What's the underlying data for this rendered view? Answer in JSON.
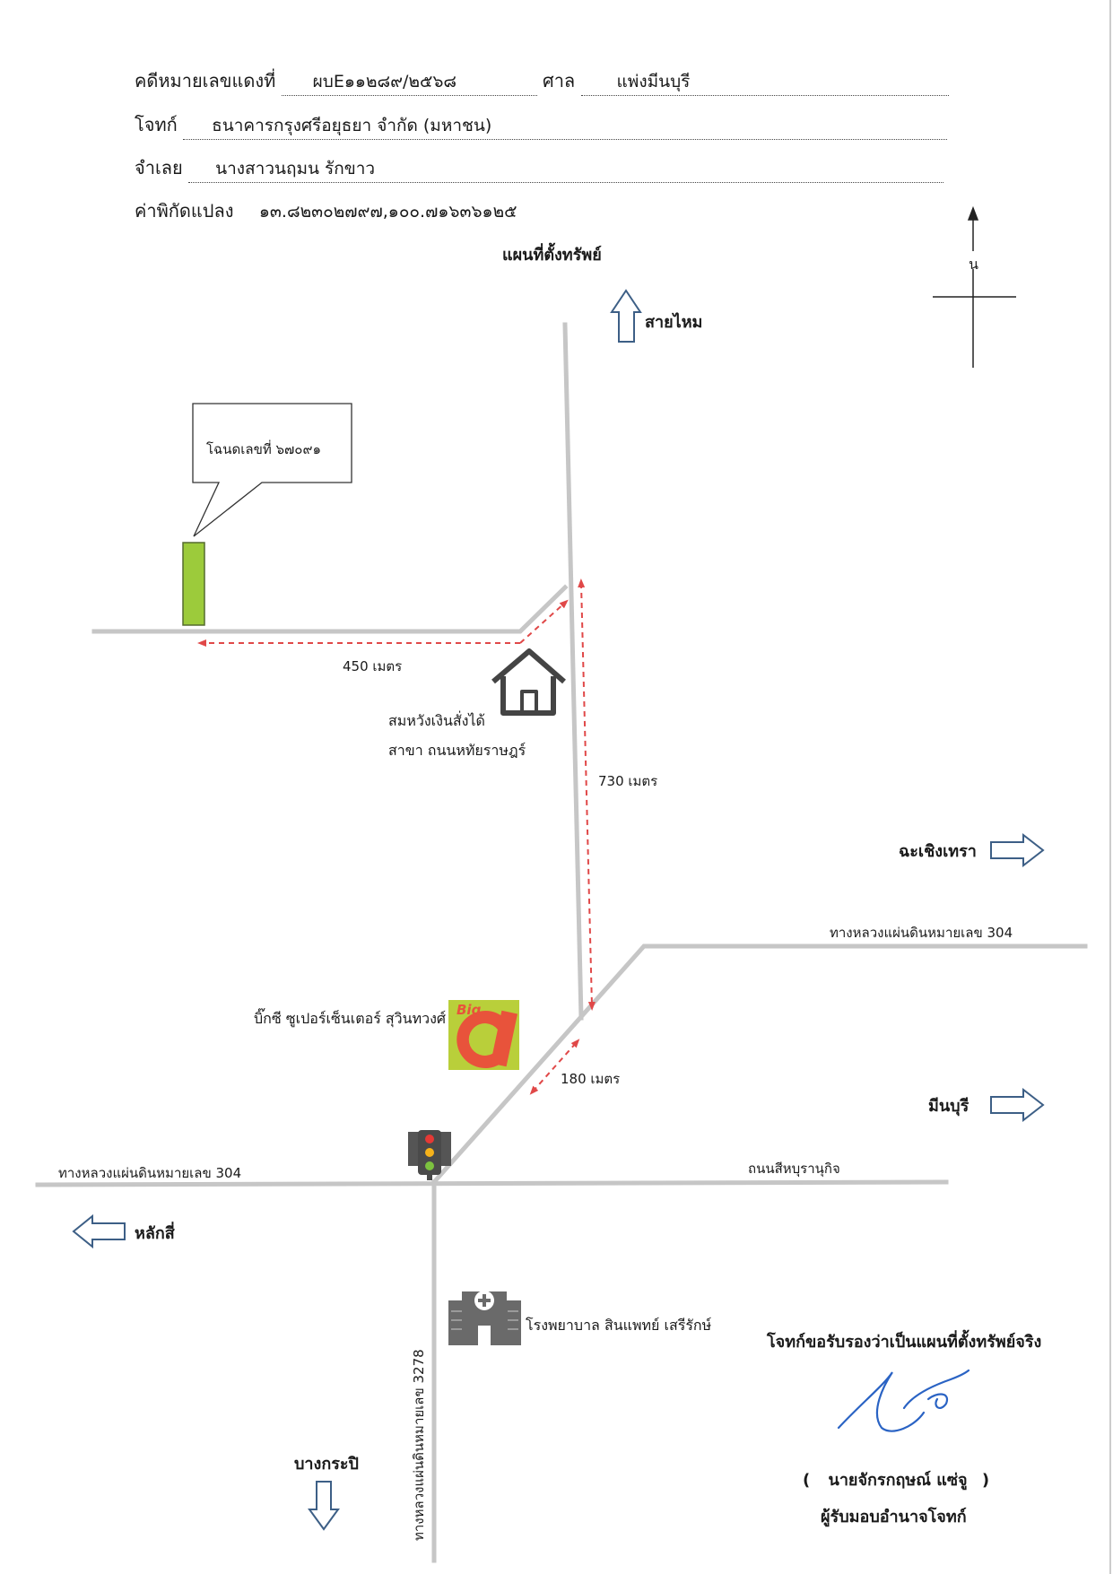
{
  "header": {
    "case_label": "คดีหมายเลขแดงที่",
    "case_value": "ผบE๑๑๒๘๙/๒๕๖๘",
    "court_label": "ศาล",
    "court_value": "แพ่งมีนบุรี",
    "plaintiff_label": "โจทก์",
    "plaintiff_value": "ธนาคารกรุงศรีอยุธยา จำกัด (มหาชน)",
    "defendant_label": "จำเลย",
    "defendant_value": "นางสาวนฤมน รักขาว",
    "coords_label": "ค่าพิกัดแปลง",
    "coords_value": "๑๓.๘๒๓๐๒๗๙๗,๑๐๐.๗๑๖๓๖๑๒๕"
  },
  "map": {
    "title": "แผนที่ตั้งทรัพย์",
    "north_label": "น",
    "parcel_label": "โฉนดเลขที่ ๖๗๐๙๑",
    "dist_450": "450 เมตร",
    "dist_730": "730 เมตร",
    "dist_180": "180 เมตร",
    "bank_line1": "สมหวังเงินสั่งได้",
    "bank_line2": "สาขา ถนนหทัยราษฎร์",
    "bigc_label": "บิ๊กซี ซูเปอร์เซ็นเตอร์ สุวินทวงศ์",
    "bigc_logo_text": "Big",
    "hwy304_right": "ทางหลวงแผ่นดินหมายเลข 304",
    "hwy304_left": "ทางหลวงแผ่นดินหมายเลข 304",
    "road_right": "ถนนสีหบุรานุกิจ",
    "hwy3278": "ทางหลวงแผ่นดินหมายเลข 3278",
    "hospital": "โรงพยาบาล สินแพทย์ เสรีรักษ์",
    "dir_saimai": "สายไหม",
    "dir_chachoengsao": "ฉะเชิงเทรา",
    "dir_minburi": "มีนบุรี",
    "dir_laksi": "หลักสี่",
    "dir_bangkapi": "บางกระปิ",
    "colors": {
      "road": "#c6c6c6",
      "dashed": "#e04848",
      "parcel": "#9ccb3b",
      "arrow": "#3d5f86",
      "signature": "#2a63c4"
    }
  },
  "certify": {
    "statement": "โจทก์ขอรับรองว่าเป็นแผนที่ตั้งทรัพย์จริง",
    "open_paren": "(",
    "name": "นายจักรกฤษณ์ แซ่จู",
    "close_paren": ")",
    "role": "ผู้รับมอบอำนาจโจทก์"
  }
}
